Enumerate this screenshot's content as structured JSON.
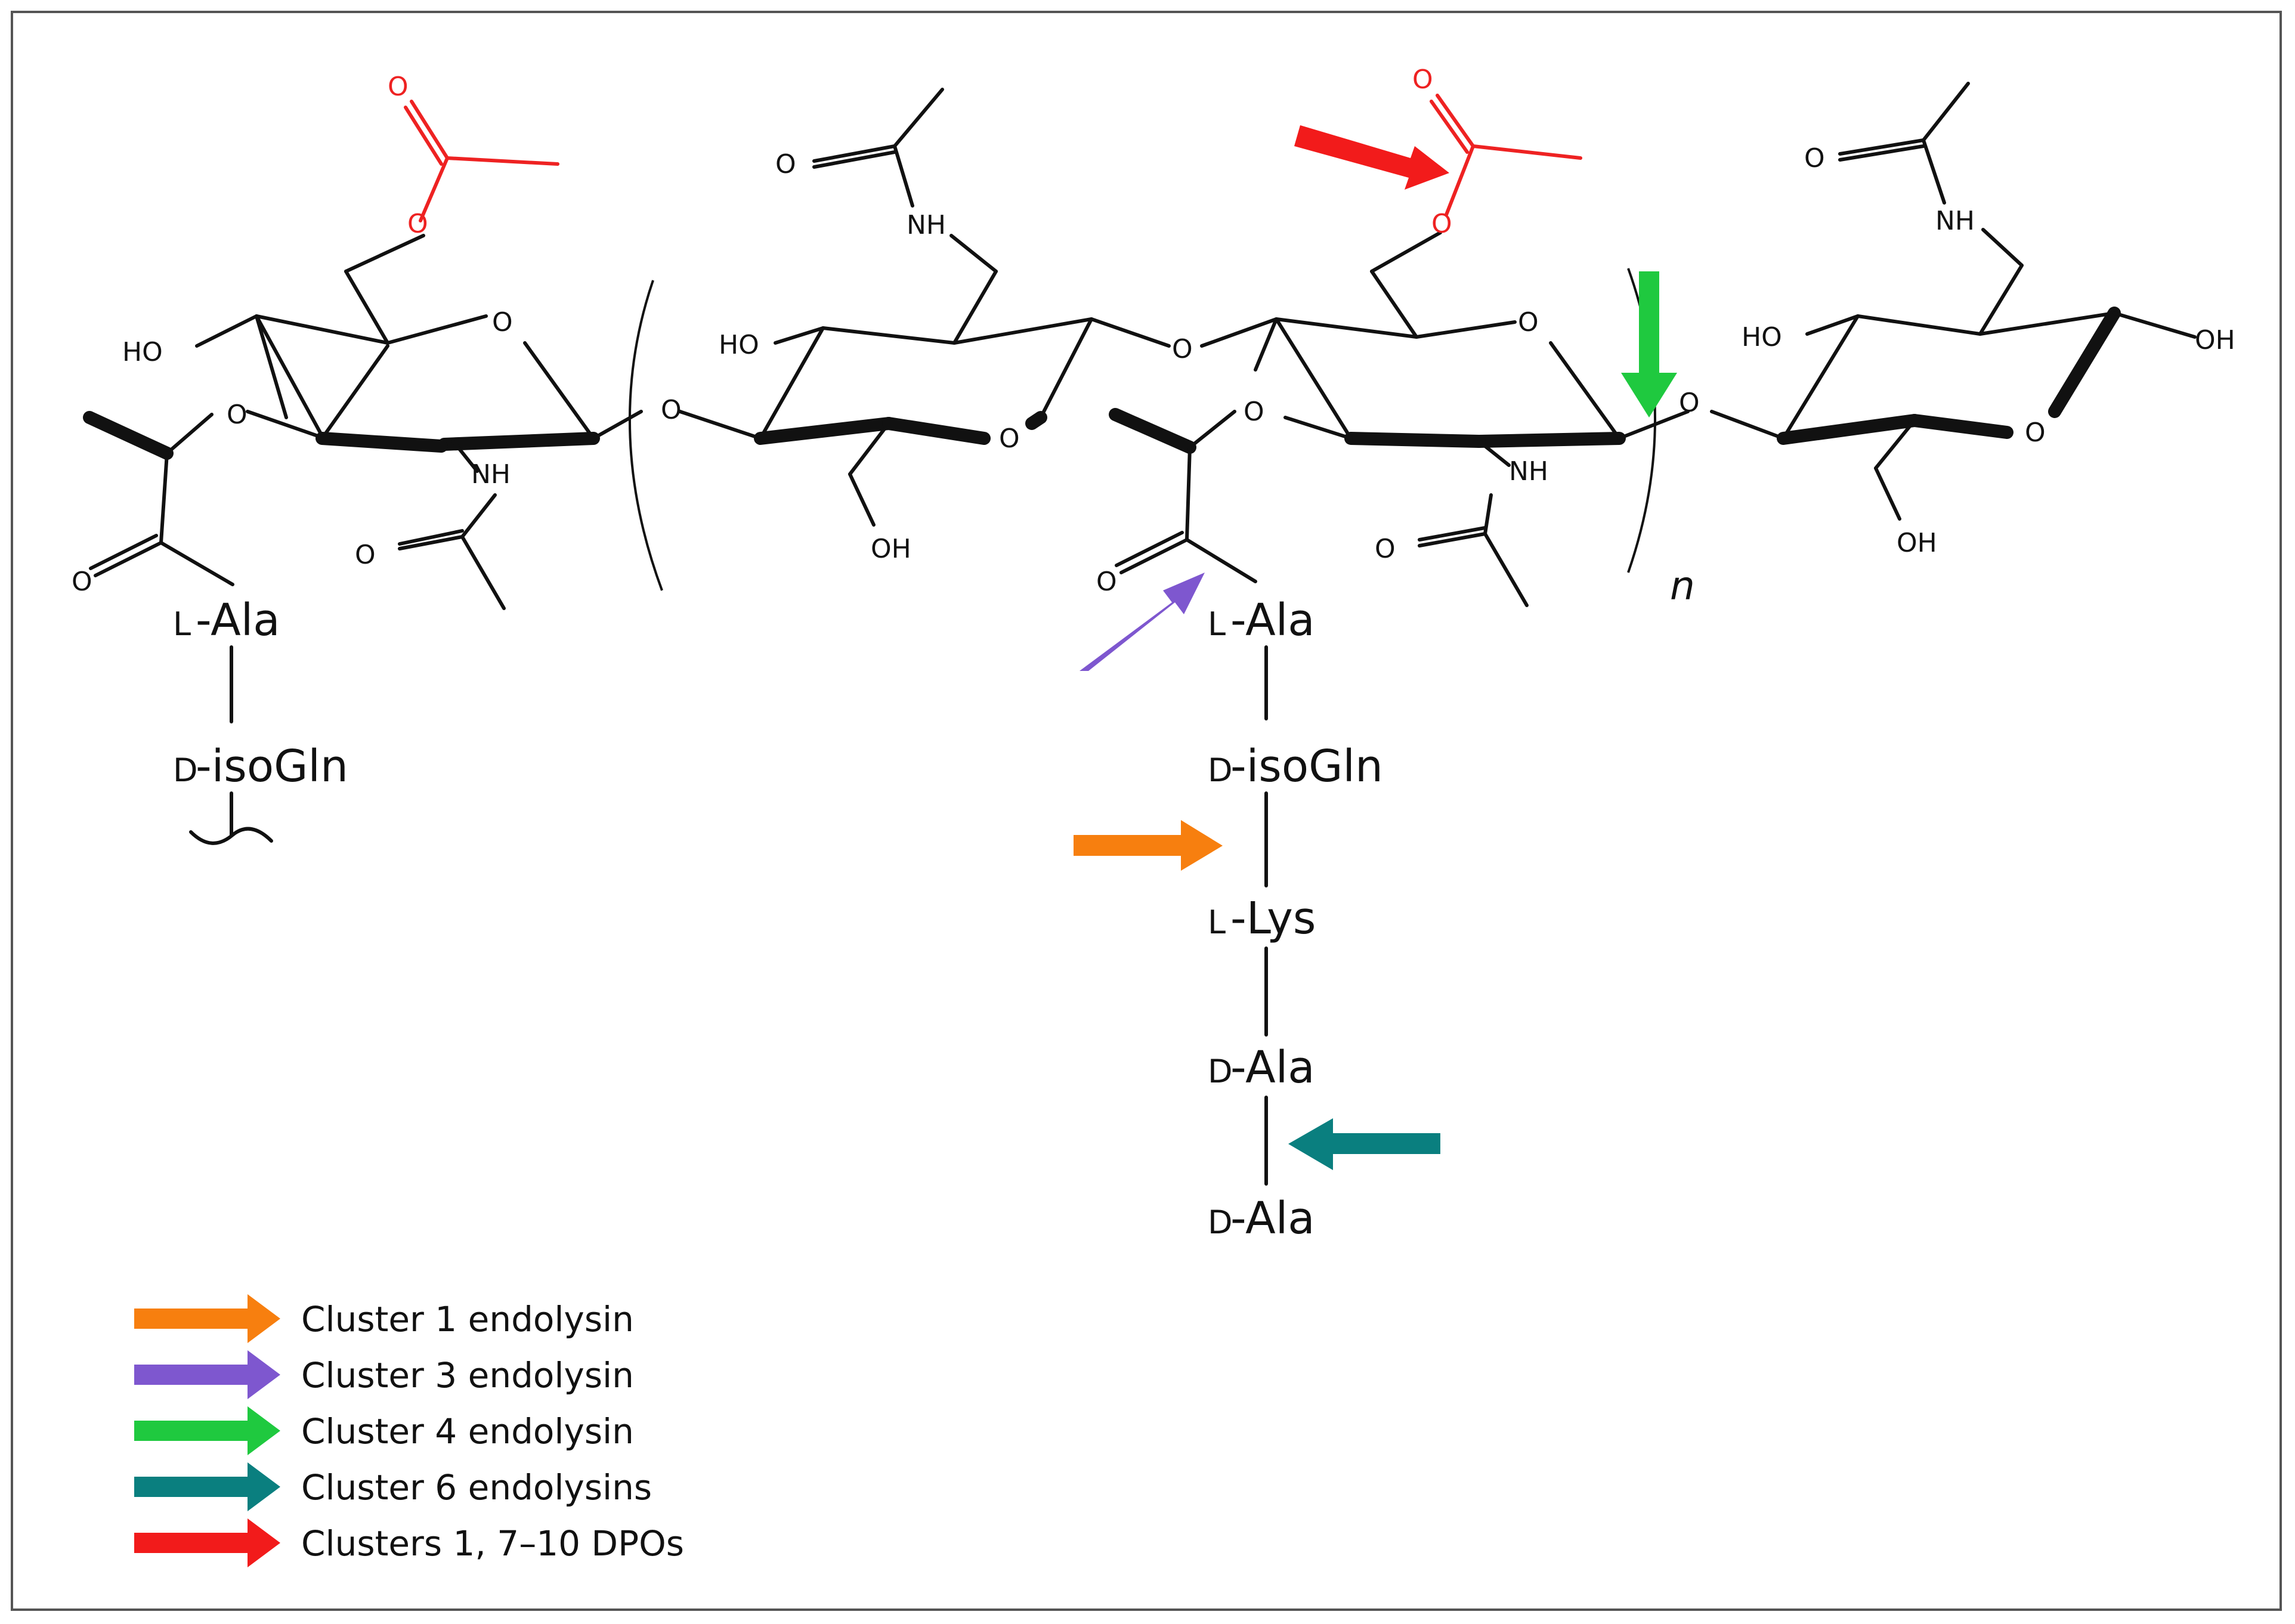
{
  "atoms": {
    "oxygen": "O",
    "hydroxyl": "OH",
    "hydroxyl_left": "HO",
    "amine": "NH"
  },
  "residues": {
    "l_prefix": "L",
    "d_prefix": "D",
    "ala": "-Ala",
    "isogln": "-isoGln",
    "lys": "-Lys"
  },
  "repeat_unit": "n",
  "legend": [
    {
      "label": "Cluster 1 endolysin",
      "color": "#f77f0f"
    },
    {
      "label": "Cluster 3 endolysin",
      "color": "#7e57cf"
    },
    {
      "label": "Cluster 4 endolysin",
      "color": "#1fc93f"
    },
    {
      "label": "Cluster 6 endolysins",
      "color": "#0a7f7f"
    },
    {
      "label": "Clusters 1, 7–10 DPOs",
      "color": "#f21b1b"
    }
  ],
  "colors": {
    "acetyl_highlight": "#ee2222",
    "bonds": "#111111",
    "frame": "#555555"
  }
}
